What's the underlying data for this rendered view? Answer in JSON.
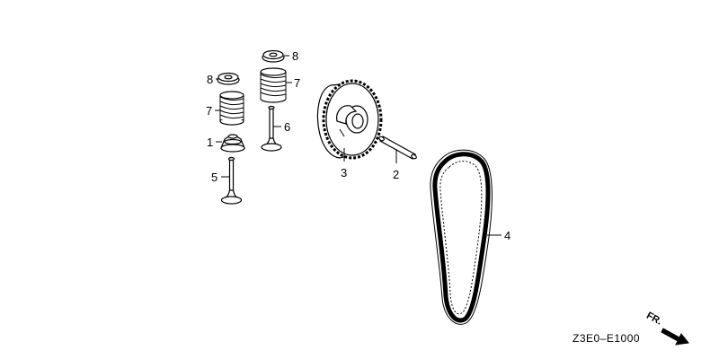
{
  "callouts": [
    {
      "id": "1",
      "label": "1"
    },
    {
      "id": "2",
      "label": "2"
    },
    {
      "id": "3",
      "label": "3"
    },
    {
      "id": "4",
      "label": "4"
    },
    {
      "id": "5",
      "label": "5"
    },
    {
      "id": "6",
      "label": "6"
    },
    {
      "id": "7a",
      "label": "7"
    },
    {
      "id": "7b",
      "label": "7"
    },
    {
      "id": "8a",
      "label": "8"
    },
    {
      "id": "8b",
      "label": "8"
    }
  ],
  "diagram_code": "Z3E0–E1000",
  "direction_label": "FR.",
  "icons": {
    "direction": "front-arrow-icon"
  },
  "colors": {
    "ink": "#000000",
    "paper": "#ffffff"
  }
}
